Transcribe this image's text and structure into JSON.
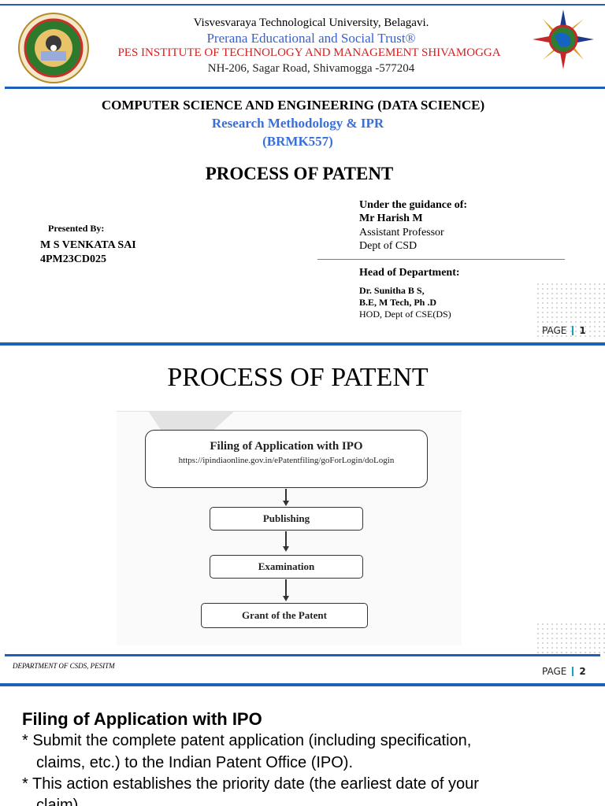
{
  "slide1": {
    "header": {
      "line1": "Visvesvaraya Technological University, Belagavi.",
      "line2": "Prerana Educational and Social Trust®",
      "line3": "PES INSTITUTE OF TECHNOLOGY AND MANAGEMENT SHIVAMOGGA",
      "line4": "NH-206, Sagar Road, Shivamogga -577204",
      "left_logo": "vtu-seal-logo",
      "right_logo": "compass-globe-logo"
    },
    "department": "COMPUTER SCIENCE AND ENGINEERING (DATA SCIENCE)",
    "subject": "Research Methodology & IPR",
    "code": "(BRMK557)",
    "title": "PROCESS OF PATENT",
    "presented_by_label": "Presented By:",
    "student_name": "M S VENKATA SAI",
    "student_usn": "4PM23CD025",
    "guidance_label": "Under the guidance of:",
    "guide_name": "Mr Harish M",
    "guide_role": "Assistant Professor",
    "guide_dept": "Dept of CSD",
    "hod_label": "Head of Department:",
    "hod_name": "Dr. Sunitha B S,",
    "hod_degrees": "B.E, M Tech, Ph .D",
    "hod_role": "HOD,  Dept of CSE(DS)",
    "page_label": "PAGE",
    "page_number": "1"
  },
  "slide2": {
    "title": "PROCESS OF PATENT",
    "flow": {
      "step1_title": "Filing of Application with IPO",
      "step1_url": "https://ipindiaonline.gov.in/ePatentfiling/goForLogin/doLogin",
      "step2": "Publishing",
      "step3": "Examination",
      "step4": "Grant of the Patent"
    },
    "footer": "DEPARTMENT OF CSDS, PESITM",
    "page_label": "PAGE",
    "page_number": "2"
  },
  "slide3": {
    "heading": "Filing of Application with IPO",
    "bullet1_line1": "* Submit the complete patent application (including specification,",
    "bullet1_line2": "claims, etc.) to the Indian Patent Office (IPO).",
    "bullet2_line1": "* This action establishes the priority date (the earliest date of your",
    "bullet2_line2": "claim)."
  },
  "colors": {
    "accent_blue": "#1f5fb8",
    "subject_blue": "#3a6fd8",
    "trust_blue": "#3a5fcd",
    "red": "#d22020",
    "teal": "#17a2b8"
  }
}
